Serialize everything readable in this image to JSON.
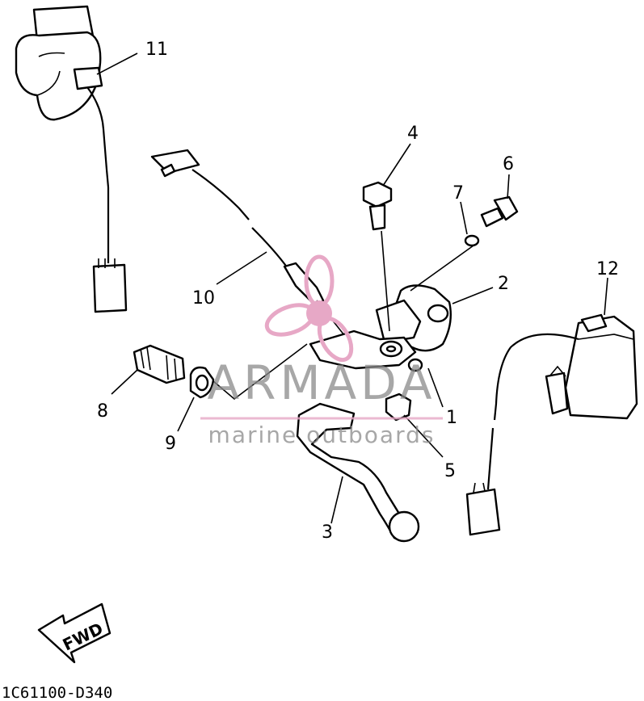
{
  "callouts": [
    "1",
    "2",
    "3",
    "4",
    "5",
    "6",
    "7",
    "8",
    "9",
    "10",
    "11",
    "12"
  ],
  "watermark": {
    "title": "ARMADA",
    "subtitle": "marine outboards",
    "logo": "propeller-logo",
    "color": "#e7a8c6"
  },
  "direction_label": "FWD",
  "diagram_code": "1C61100-D340"
}
